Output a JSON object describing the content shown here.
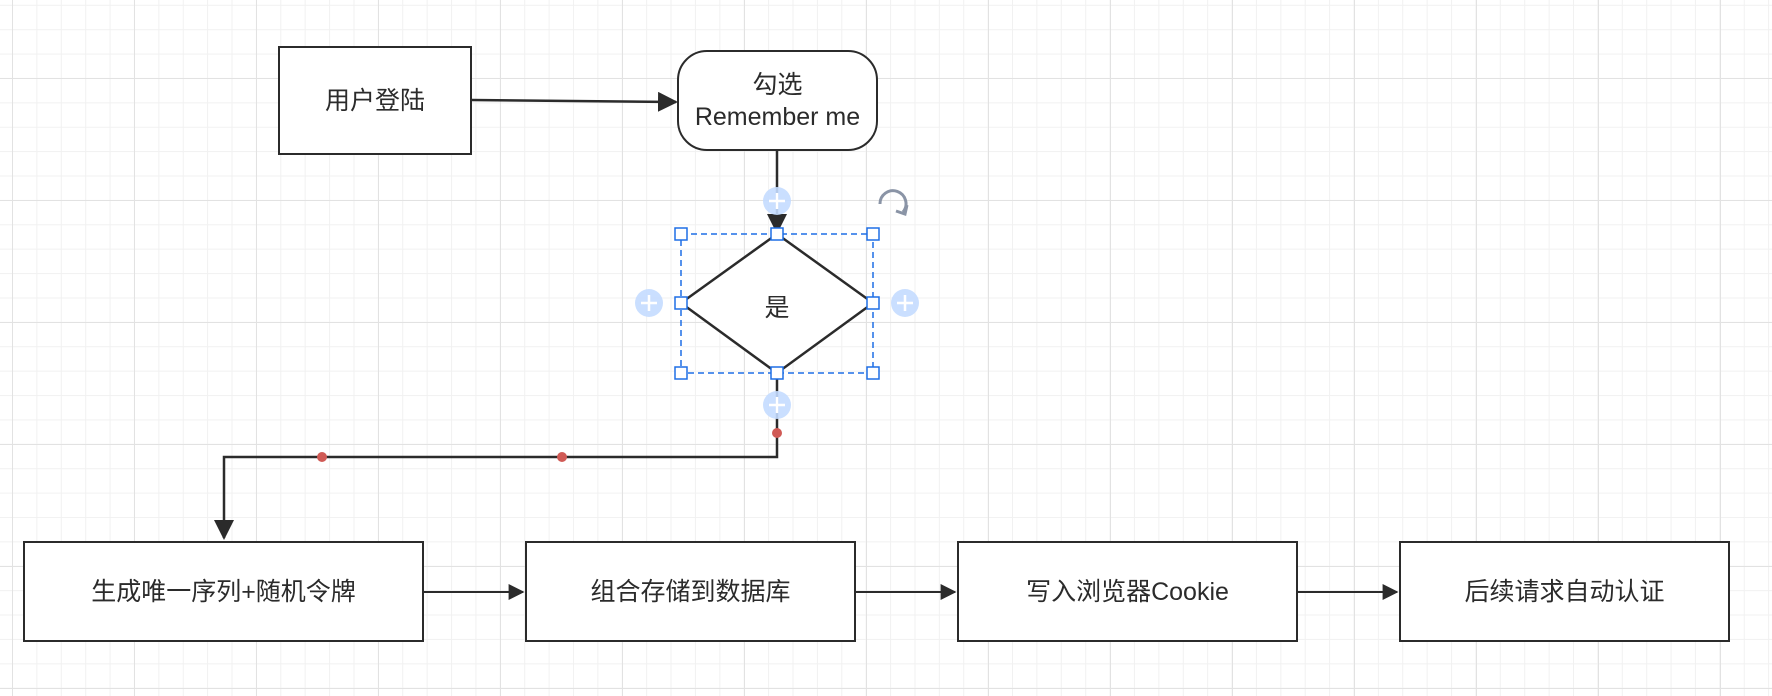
{
  "nodes": {
    "user_login": "用户登陆",
    "check_remember": "勾选Remember me",
    "decision": "是",
    "generate_token": "生成唯一序列+随机令牌",
    "store_db": "组合存储到数据库",
    "write_cookie": "写入浏览器Cookie",
    "auto_auth": "后续请求自动认证"
  },
  "colors": {
    "stroke": "#2b2b2b",
    "selection": "#1f6fe5",
    "connection_point": "#c4dcff",
    "waypoint": "#d05a55",
    "grid_major": "#e2e2e2",
    "grid_minor": "#f1f1f1"
  },
  "icons": {
    "rotate": "rotate-icon",
    "add": "add-connection-icon"
  }
}
